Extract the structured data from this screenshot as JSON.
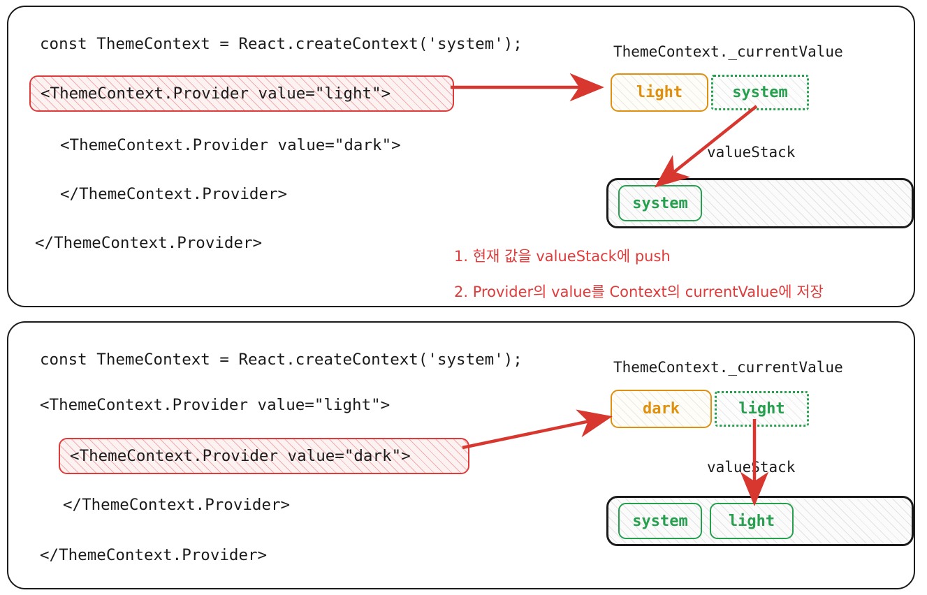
{
  "diagram": {
    "title": "React Context Provider valueStack push",
    "colors": {
      "red": "#e03b3b",
      "orange": "#e0900f",
      "green": "#26a04e",
      "ink": "#1b1b1b"
    }
  },
  "panel1": {
    "code": {
      "line1": "const ThemeContext = React.createContext('system');",
      "highlight": "<ThemeContext.Provider value=\"light\">",
      "line3": "<ThemeContext.Provider value=\"dark\">",
      "line4": "</ThemeContext.Provider>",
      "line5": "</ThemeContext.Provider>"
    },
    "current_value_label": "ThemeContext._currentValue",
    "current_value_new": "light",
    "current_value_old": "system",
    "value_stack_label": "valueStack",
    "value_stack_items": [
      "system"
    ],
    "notes": [
      "1. 현재 값을 valueStack에 push",
      "2. Provider의 value를 Context의 currentValue에 저장"
    ]
  },
  "panel2": {
    "code": {
      "line1": "const ThemeContext = React.createContext('system');",
      "line2": "<ThemeContext.Provider value=\"light\">",
      "highlight": "<ThemeContext.Provider value=\"dark\">",
      "line4": "</ThemeContext.Provider>",
      "line5": "</ThemeContext.Provider>"
    },
    "current_value_label": "ThemeContext._currentValue",
    "current_value_new": "dark",
    "current_value_old": "light",
    "value_stack_label": "valueStack",
    "value_stack_items": [
      "system",
      "light"
    ]
  }
}
